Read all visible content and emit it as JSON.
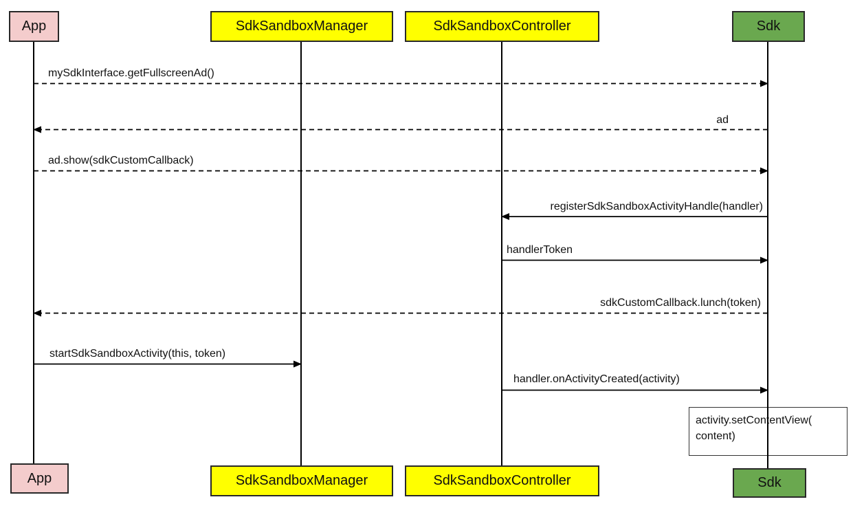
{
  "diagram": {
    "type": "uml-sequence-diagram",
    "colors": {
      "app_box": "#f4cccc",
      "manager_box": "#ffff00",
      "controller_box": "#ffff00",
      "sdk_box": "#6aa84f",
      "line": "#000000",
      "note_bg": "#ffffff"
    },
    "actors": [
      {
        "label": "App"
      },
      {
        "label": "SdkSandboxManager"
      },
      {
        "label": "SdkSandboxController"
      },
      {
        "label": "Sdk"
      }
    ],
    "messages": [
      {
        "label": "mySdkInterface.getFullscreenAd()",
        "from": "App",
        "to": "Sdk",
        "line": "dashed"
      },
      {
        "label": "ad",
        "from": "Sdk",
        "to": "App",
        "line": "dashed"
      },
      {
        "label": "ad.show(sdkCustomCallback)",
        "from": "App",
        "to": "Sdk",
        "line": "dashed"
      },
      {
        "label": "registerSdkSandboxActivityHandle(handler)",
        "from": "Sdk",
        "to": "SdkSandboxController",
        "line": "solid"
      },
      {
        "label": "handlerToken",
        "from": "SdkSandboxController",
        "to": "Sdk",
        "line": "solid"
      },
      {
        "label": "sdkCustomCallback.lunch(token)",
        "from": "Sdk",
        "to": "App",
        "line": "dashed"
      },
      {
        "label": "startSdkSandboxActivity(this, token)",
        "from": "App",
        "to": "SdkSandboxManager",
        "line": "solid"
      },
      {
        "label": "handler.onActivityCreated(activity)",
        "from": "SdkSandboxController",
        "to": "Sdk",
        "line": "solid"
      }
    ],
    "note": {
      "line1": "activity.setContentView(",
      "line2": "content)"
    }
  }
}
